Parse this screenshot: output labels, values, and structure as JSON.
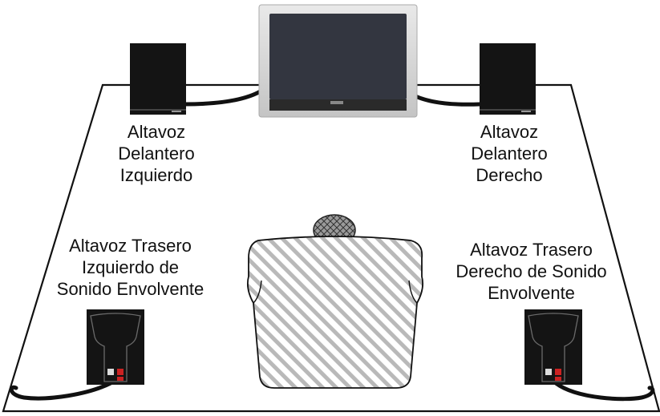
{
  "labels": {
    "front_left": [
      "Altavoz",
      "Delantero",
      "Izquierdo"
    ],
    "front_right": [
      "Altavoz",
      "Delantero",
      "Derecho"
    ],
    "rear_left": [
      "Altavoz Trasero",
      "Izquierdo de",
      "Sonido Envolvente"
    ],
    "rear_right": [
      "Altavoz Trasero",
      "Derecho de Sonido",
      "Envolvente"
    ]
  },
  "colors": {
    "speaker_body": "#111111",
    "tv_frame": "#d6d6d6",
    "tv_screen": "#333640",
    "cable": "#111111",
    "chair_stripe": "#b9b9b9",
    "floor_outline": "#111111"
  }
}
